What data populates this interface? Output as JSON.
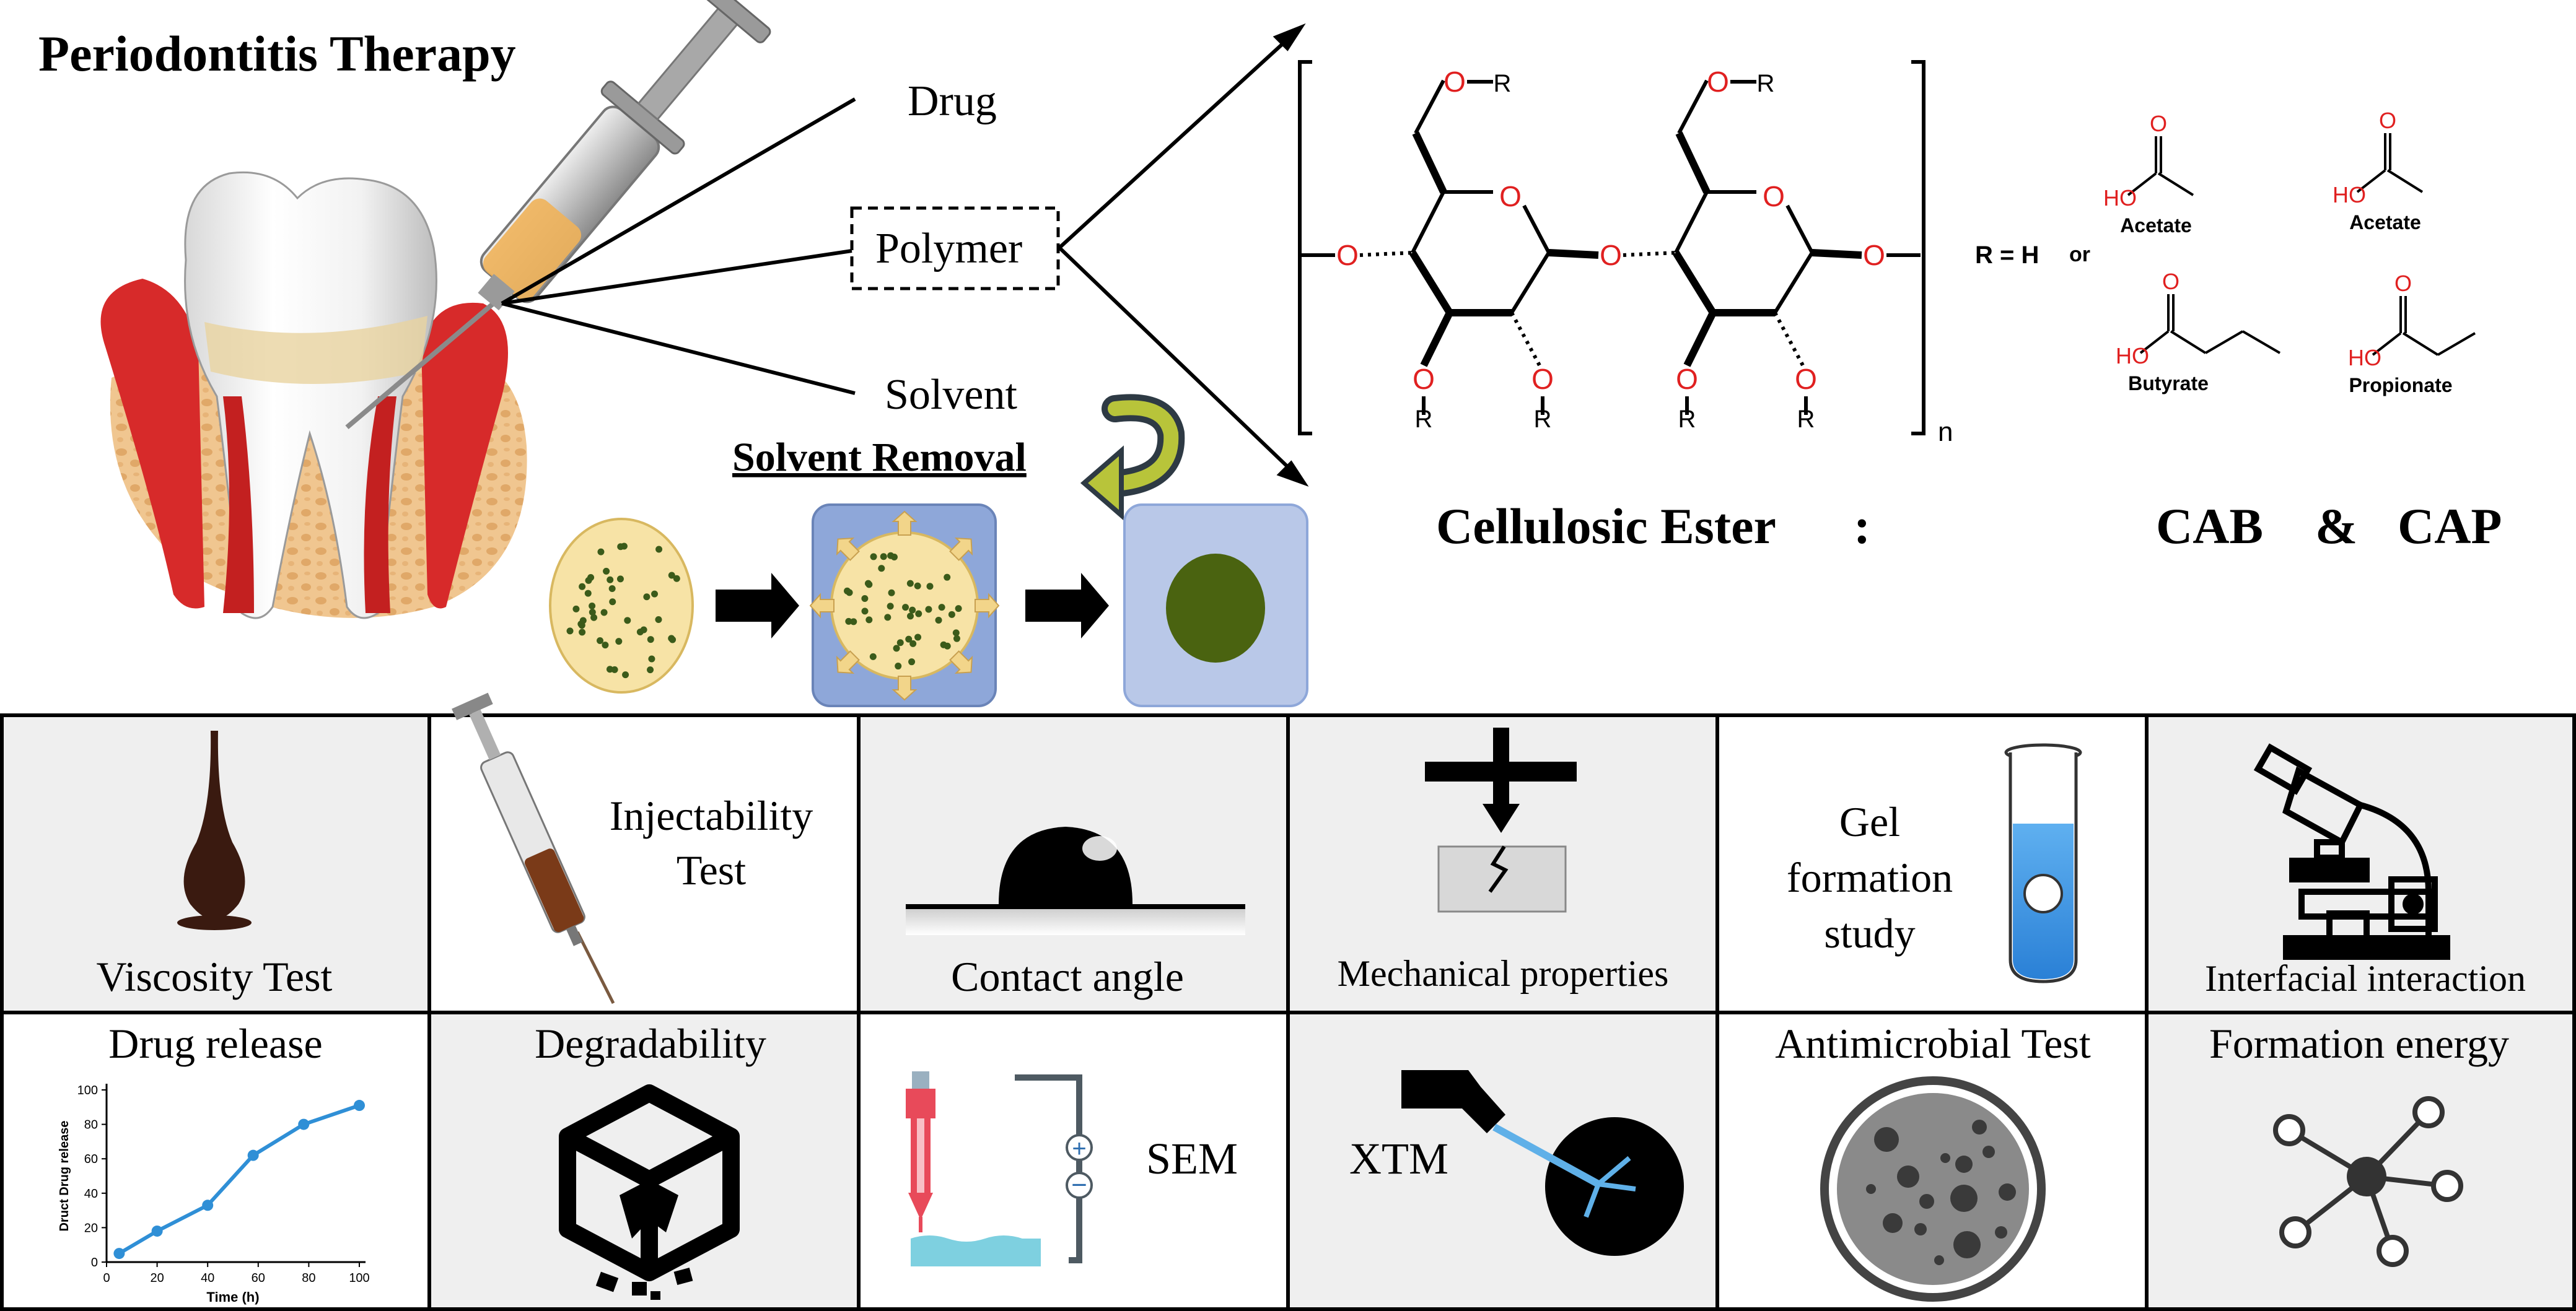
{
  "header": {
    "title": "Periodontitis Therapy"
  },
  "formulation": {
    "drug": "Drug",
    "polymer": "Polymer",
    "solvent": "Solvent",
    "solvent_removal": "Solvent Removal"
  },
  "structure": {
    "r_label": "R",
    "n_label": "n",
    "r_equals": "R = H",
    "or": "or",
    "substituents": [
      {
        "name": "Acetate",
        "ho": "HO",
        "o": "O"
      },
      {
        "name": "Acetate",
        "ho": "HO",
        "o": "O"
      },
      {
        "name": "Butyrate",
        "ho": "HO",
        "o": "O"
      },
      {
        "name": "Propionate",
        "ho": "HO",
        "o": "O"
      }
    ],
    "ring_o": "O",
    "cellulosic_ester": "Cellulosic Ester",
    "colon": ":",
    "cab": "CAB",
    "amp": "&",
    "cap": "CAP"
  },
  "tests": {
    "row1": [
      "Viscosity Test",
      "Injectability Test",
      "Contact angle",
      "Mechanical properties",
      "Gel formation study",
      "Interfacial interaction"
    ],
    "injectability_lines": [
      "Injectability",
      "Test"
    ],
    "gel_lines": [
      "Gel",
      "formation",
      "study"
    ],
    "row2": [
      "Drug release",
      "Degradability",
      "SEM",
      "XTM",
      "Antimicrobial Test",
      "Formation energy"
    ]
  },
  "colors": {
    "oxygen": "#e02020",
    "drug_dot": "#3b5b1a",
    "bead": "#f7e3a6",
    "panel_blue": "#8ea7d9",
    "panel_blue_light": "#b9c8e8",
    "gel_solid": "#4a6310",
    "cell_grey": "#efefef",
    "line_blue": "#2f8fd6",
    "tube_blue": "#2f8fe0"
  },
  "chart_data": {
    "type": "line",
    "xlabel": "Time (h)",
    "ylabel": "Druct Drug release",
    "xlim": [
      0,
      100
    ],
    "ylim": [
      0,
      100
    ],
    "xticks": [
      0,
      20,
      40,
      60,
      80,
      100
    ],
    "yticks": [
      0,
      20,
      40,
      60,
      80,
      100
    ],
    "x": [
      5,
      20,
      40,
      58,
      78,
      100
    ],
    "y": [
      5,
      18,
      33,
      62,
      80,
      91
    ]
  }
}
